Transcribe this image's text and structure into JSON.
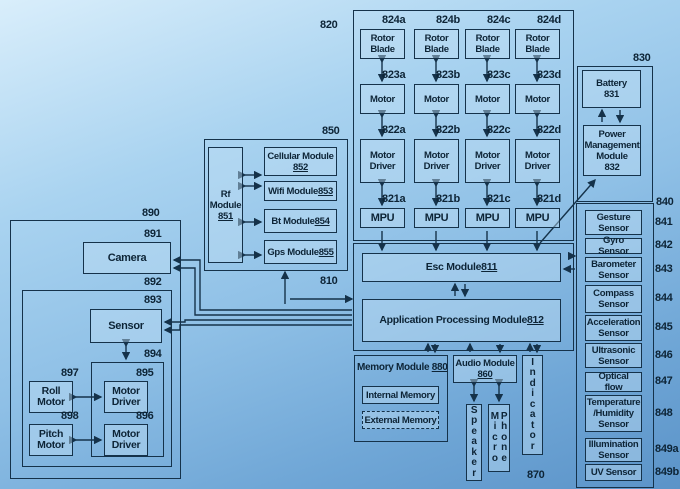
{
  "colors": {
    "line": "#15324a",
    "background_light": "#d9eefb",
    "background_dark": "#5b93c8"
  },
  "refs": {
    "r820": "820",
    "r810": "810",
    "r830": "830",
    "r840": "840",
    "r850": "850",
    "r890": "890",
    "r891": "891",
    "r892": "892",
    "r893": "893",
    "r894": "894",
    "r895": "895",
    "r896": "896",
    "r897": "897",
    "r898": "898",
    "r870": "870",
    "r824a": "824a",
    "r824b": "824b",
    "r824c": "824c",
    "r824d": "824d",
    "r823a": "823a",
    "r823b": "823b",
    "r823c": "823c",
    "r823d": "823d",
    "r822a": "822a",
    "r822b": "822b",
    "r822c": "822c",
    "r822d": "822d",
    "r821a": "821a",
    "r821b": "821b",
    "r821c": "821c",
    "r821d": "821d",
    "r841": "841",
    "r842": "842",
    "r843": "843",
    "r844": "844",
    "r845": "845",
    "r846": "846",
    "r847": "847",
    "r848": "848",
    "r849a": "849a",
    "r849b": "849b"
  },
  "rotor": {
    "line1": "Rotor",
    "line2": "Blade"
  },
  "motor": "Motor",
  "driver": {
    "line1": "Motor",
    "line2": "Driver"
  },
  "mpu": "MPU",
  "battery": {
    "label": "Battery",
    "num": "831"
  },
  "pmm": {
    "l1": "Power",
    "l2": "Management",
    "l3": "Module",
    "num": "832"
  },
  "esc": {
    "label": "Esc Module ",
    "num": "811"
  },
  "apm": {
    "label": "Application Processing Module ",
    "num": "812"
  },
  "memory": {
    "label": "Memory Module ",
    "num": "880",
    "internal": "Internal Memory",
    "external": "External Memory"
  },
  "audio": {
    "label": "Audio Module",
    "num": "860"
  },
  "speaker": [
    "S",
    "p",
    "e",
    "a",
    "k",
    "e",
    "r"
  ],
  "micro": [
    "M",
    "i",
    "c",
    "r",
    "o"
  ],
  "phone": [
    "P",
    "h",
    "o",
    "n",
    "e"
  ],
  "indicator": [
    "I",
    "n",
    "d",
    "i",
    "c",
    "a",
    "t",
    "o",
    "r"
  ],
  "sensors": {
    "gesture": "Gesture Sensor",
    "gyro": "Gyro Sensor",
    "barometer": "Barometer Sensor",
    "compass": "Compass Sensor",
    "acceleration": "Acceleration Sensor",
    "ultrasonic": "Ultrasonic Sensor",
    "optical": "Optical flow",
    "temperature": "Temperature /Humidity Sensor",
    "illumination": "Illumination Sensor",
    "uv": "UV Sensor"
  },
  "comm": {
    "rf": "Rf Module",
    "rf_num": "851",
    "cellular": "Cellular Module",
    "cellular_num": "852",
    "wifi": "Wifi Module ",
    "wifi_num": "853",
    "bt": "Bt Module ",
    "bt_num": "854",
    "gps": "Gps Module ",
    "gps_num": "855"
  },
  "gimbal": {
    "camera": "Camera",
    "sensor": "Sensor",
    "roll": "Roll Motor",
    "pitch": "Pitch Motor",
    "driver": "Motor Driver"
  }
}
